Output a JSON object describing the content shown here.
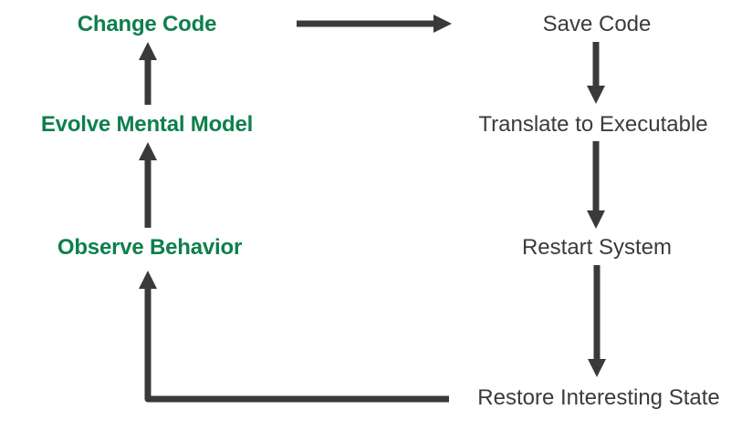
{
  "diagram": {
    "title_hint": "edit-compile-run debug cycle",
    "colors": {
      "left_text": "#0E7F4B",
      "right_text": "#3B3B3B",
      "arrow": "#3A3A3A",
      "background": "#FFFFFF"
    },
    "left_column": {
      "items": [
        {
          "label": "Change Code"
        },
        {
          "label": "Evolve Mental Model"
        },
        {
          "label": "Observe Behavior"
        }
      ]
    },
    "right_column": {
      "items": [
        {
          "label": "Save Code"
        },
        {
          "label": "Translate to Executable"
        },
        {
          "label": "Restart System"
        },
        {
          "label": "Restore Interesting State"
        }
      ]
    },
    "edges": [
      {
        "from": "Change Code",
        "to": "Save Code"
      },
      {
        "from": "Save Code",
        "to": "Translate to Executable"
      },
      {
        "from": "Translate to Executable",
        "to": "Restart System"
      },
      {
        "from": "Restart System",
        "to": "Restore Interesting State"
      },
      {
        "from": "Restore Interesting State",
        "to": "Observe Behavior"
      },
      {
        "from": "Observe Behavior",
        "to": "Evolve Mental Model"
      },
      {
        "from": "Evolve Mental Model",
        "to": "Change Code"
      }
    ]
  }
}
